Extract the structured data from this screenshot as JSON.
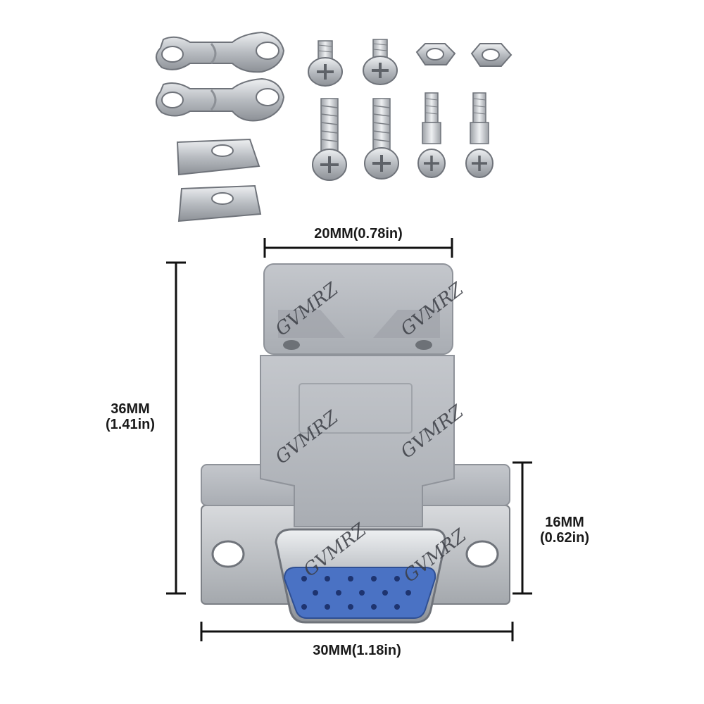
{
  "dimensions": {
    "top_width": "20MM(0.78in)",
    "height_mm": "36MM",
    "height_in": "(1.41in)",
    "flange_height_mm": "16MM",
    "flange_height_in": "(0.62in)",
    "bottom_width": "30MM(1.18in)"
  },
  "watermark": "GVMRZ",
  "colors": {
    "shell": "#b9bcc1",
    "shell_dark": "#9a9ea4",
    "metal": "#c9ccd0",
    "insert": "#4a72c4",
    "dim_line": "#111111"
  }
}
